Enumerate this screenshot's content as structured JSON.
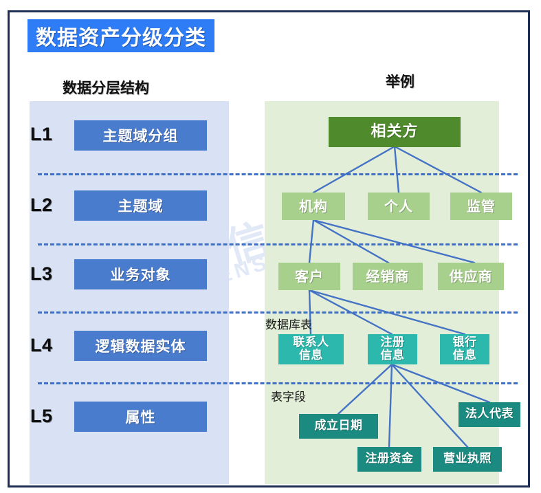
{
  "title": "数据资产分级分类",
  "columns": {
    "left_heading": "数据分层结构",
    "right_heading": "举例"
  },
  "colors": {
    "title_banner": "#2e7cf6",
    "frame_border": "#1f2f54",
    "left_panel": "#d9e1f4",
    "right_panel": "#e2eed7",
    "level_box": "#4a7ccd",
    "node_root": "#4f8b2c",
    "node_green": "#a8d08d",
    "node_teal": "#2cb8ac",
    "node_dark_teal": "#1b8a80",
    "connector": "#4472c4",
    "divider": "#3f6fc4"
  },
  "levels": [
    {
      "code": "L1",
      "label": "主题域分组"
    },
    {
      "code": "L2",
      "label": "主题域"
    },
    {
      "code": "L3",
      "label": "业务对象"
    },
    {
      "code": "L4",
      "label": "逻辑数据实体"
    },
    {
      "code": "L5",
      "label": "属性"
    }
  ],
  "annotations": [
    {
      "text": "数据库表"
    },
    {
      "text": "表字段"
    }
  ],
  "watermark": {
    "cn": "亿信华辰",
    "en": "ESENSOFT"
  },
  "tree": {
    "l1": [
      {
        "label": "相关方"
      }
    ],
    "l2": [
      {
        "label": "机构"
      },
      {
        "label": "个人"
      },
      {
        "label": "监管"
      }
    ],
    "l3": [
      {
        "label": "客户"
      },
      {
        "label": "经销商"
      },
      {
        "label": "供应商"
      }
    ],
    "l4": [
      {
        "line1": "联系人",
        "line2": "信息"
      },
      {
        "line1": "注册",
        "line2": "信息"
      },
      {
        "line1": "银行",
        "line2": "信息"
      }
    ],
    "l5": [
      {
        "label": "成立日期"
      },
      {
        "label": "法人代表"
      },
      {
        "label": "注册资金"
      },
      {
        "label": "营业执照"
      }
    ]
  }
}
